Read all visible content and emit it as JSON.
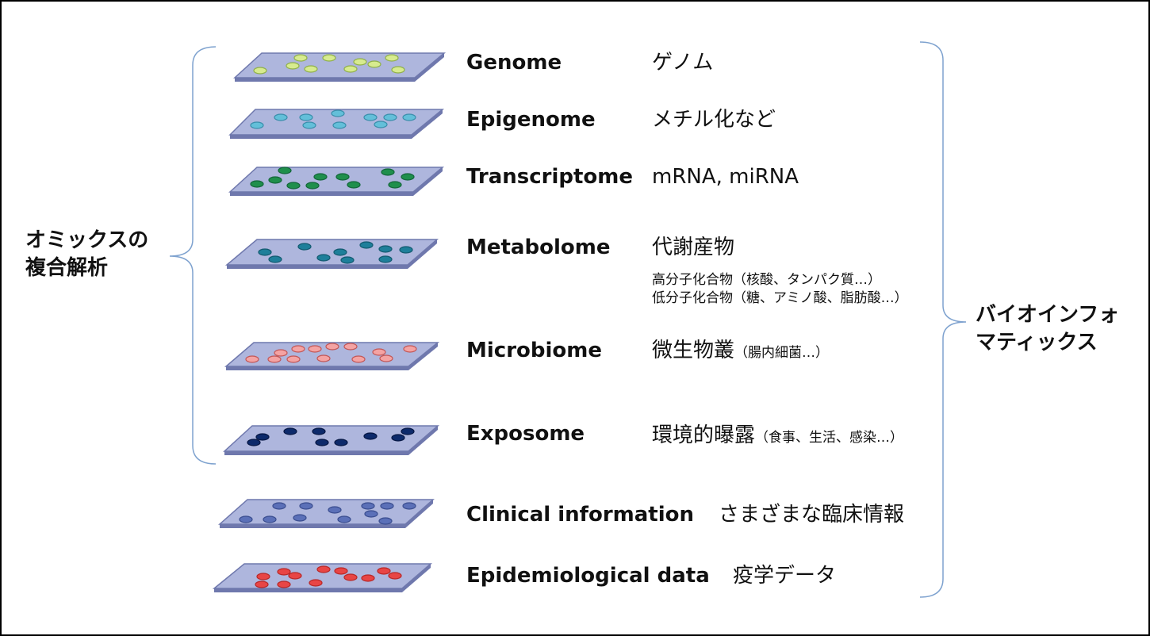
{
  "left_label": {
    "line1": "オミックスの",
    "line2": "複合解析"
  },
  "right_label": {
    "line1": "バイオインフォ",
    "line2": "マティックス"
  },
  "colors": {
    "plate_fill": "#aeb6dd",
    "plate_edge": "#6f78ad",
    "bracket": "#7ea2cf"
  },
  "layers": [
    {
      "name": "Genome",
      "description": "ゲノム",
      "note": "",
      "dot_color": "#d7eb8f",
      "dot_stroke": "#8fb04a"
    },
    {
      "name": "Epigenome",
      "description": "メチル化など",
      "note": "",
      "dot_color": "#63bfd9",
      "dot_stroke": "#3a8eab"
    },
    {
      "name": "Transcriptome",
      "description": "mRNA, miRNA",
      "note": "",
      "dot_color": "#1f8f4c",
      "dot_stroke": "#13663a"
    },
    {
      "name": "Metabolome",
      "description": "代謝産物",
      "note": "",
      "dot_color": "#1e7f9a",
      "dot_stroke": "#135a70",
      "sub_notes": [
        "高分子化合物（核酸、タンパク質…）",
        "低分子化合物（糖、アミノ酸、脂肪酸…）"
      ]
    },
    {
      "name": "Microbiome",
      "description": "微生物叢",
      "note": "（腸内細菌…）",
      "dot_color": "#f4a3a3",
      "dot_stroke": "#c25656"
    },
    {
      "name": "Exposome",
      "description": "環境的曝露",
      "note": "（食事、生活、感染…）",
      "dot_color": "#0d2a6b",
      "dot_stroke": "#061744"
    },
    {
      "name": "Clinical information",
      "description": "さまざまな臨床情報",
      "note": "",
      "dot_color": "#5b70b8",
      "dot_stroke": "#3a4d8f"
    },
    {
      "name": "Epidemiological data",
      "description": "疫学データ",
      "note": "",
      "dot_color": "#e84545",
      "dot_stroke": "#b82828"
    }
  ]
}
